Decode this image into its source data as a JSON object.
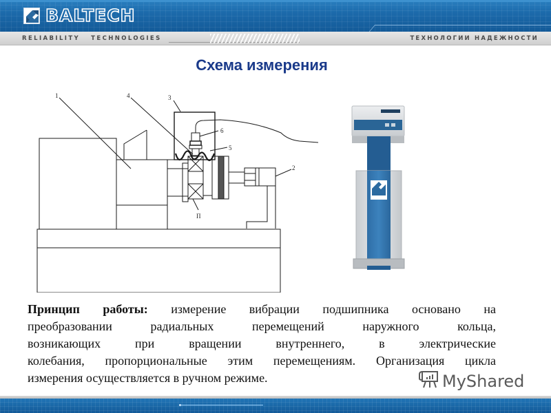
{
  "header": {
    "brand": "BALTECH",
    "tagline_left": "RELIABILITY   TECHNOLOGIES",
    "tagline_right": "ТЕХНОЛОГИИ НАДЕЖНОСТИ",
    "colors": {
      "band": "#1c6aab",
      "subbar": "#d6d6d6",
      "tagline": "#4a4a4a"
    }
  },
  "slide": {
    "title": "Схема измерения",
    "title_color": "#1a3a8a"
  },
  "diagram": {
    "labels": {
      "l1": "1",
      "l2": "2",
      "l3": "3",
      "l4": "4",
      "l5": "5",
      "l6": "6",
      "bearing": "П"
    }
  },
  "device": {
    "brand": "BALTECH",
    "colors": {
      "body": "#2e6fa8",
      "panel": "#d9dde0",
      "screen": "#2a6596"
    }
  },
  "body": {
    "lead": "Принцип работы:",
    "lines": [
      " измерение вибрации подшипника основано на",
      "преобразовании радиальных перемещений наружного кольца,",
      "возникающих при вращении внутреннего, в электрические",
      "колебания, пропорциональные этим перемещениям. Организация цикла",
      "измерения осуществляется в ручном режиме."
    ]
  },
  "watermark": {
    "text": "MyShared",
    "icon": "presentation-board-icon"
  },
  "footer": {
    "colors": {
      "band": "#1b67a8"
    }
  }
}
